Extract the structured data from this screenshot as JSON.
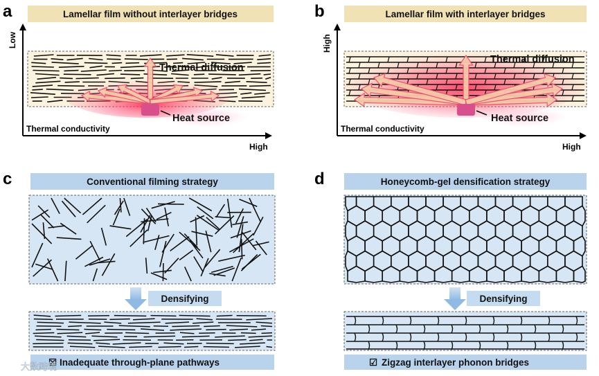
{
  "panels": {
    "a": {
      "letter": "a",
      "title": "Lamellar film without interlayer bridges",
      "y_axis_top": "Low",
      "x_axis_right": "High",
      "axis_caption": "Thermal conductivity",
      "diffusion_label": "Thermal diffusion",
      "source_label": "Heat source"
    },
    "b": {
      "letter": "b",
      "title": "Lamellar film with interlayer bridges",
      "y_axis_top": "High",
      "x_axis_right": "High",
      "axis_caption": "Thermal conductivity",
      "diffusion_label": "Thermal diffusion",
      "source_label": "Heat source"
    },
    "c": {
      "letter": "c",
      "title": "Conventional filming strategy",
      "step_label": "Densifying",
      "result_label": "Inadequate through-plane pathways",
      "result_mark": "☒"
    },
    "d": {
      "letter": "d",
      "title": "Honeycomb-gel densification strategy",
      "step_label": "Densifying",
      "result_label": "Zigzag interlayer phonon bridges",
      "result_mark": "☑"
    }
  },
  "watermark": "大数跨境",
  "colors": {
    "title_a_b_bg": "#f1e2b6",
    "title_c_d_bg": "#b9d3ec",
    "film_a_b_bg": "#fbf3dd",
    "film_c_d_bg": "#d7e6f4",
    "heat_source": "#d94f8c",
    "glow": "#ff3355",
    "arrow_fill": "#f7c9a8",
    "arrow_stroke": "#e8506e",
    "down_arrow": "#a9cbe9"
  }
}
